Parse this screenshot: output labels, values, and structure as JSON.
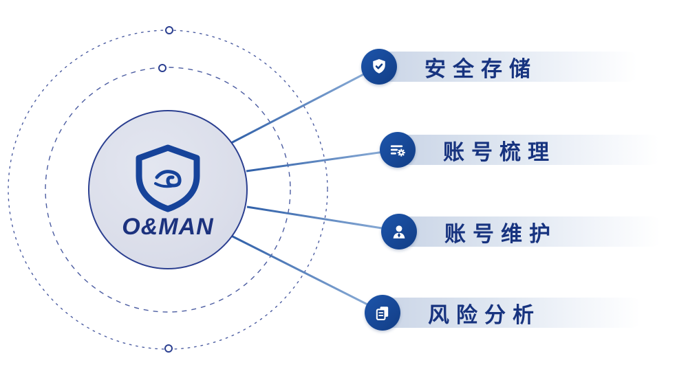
{
  "brand": {
    "name": "O&MAN",
    "icon": "shield-wave-icon"
  },
  "features": [
    {
      "label": "安全存储",
      "icon": "shield-check-icon"
    },
    {
      "label": "账号梳理",
      "icon": "account-list-gear-icon"
    },
    {
      "label": "账号维护",
      "icon": "user-icon"
    },
    {
      "label": "风险分析",
      "icon": "documents-icon"
    }
  ],
  "colors": {
    "primary_blue": "#16439a",
    "navy_text": "#17337f",
    "circle_fill": "#dde0eb",
    "circle_outline": "#2b3f90",
    "bar_gradient_start": "#c9d4e6",
    "connector_blue": "#4d79b8"
  }
}
